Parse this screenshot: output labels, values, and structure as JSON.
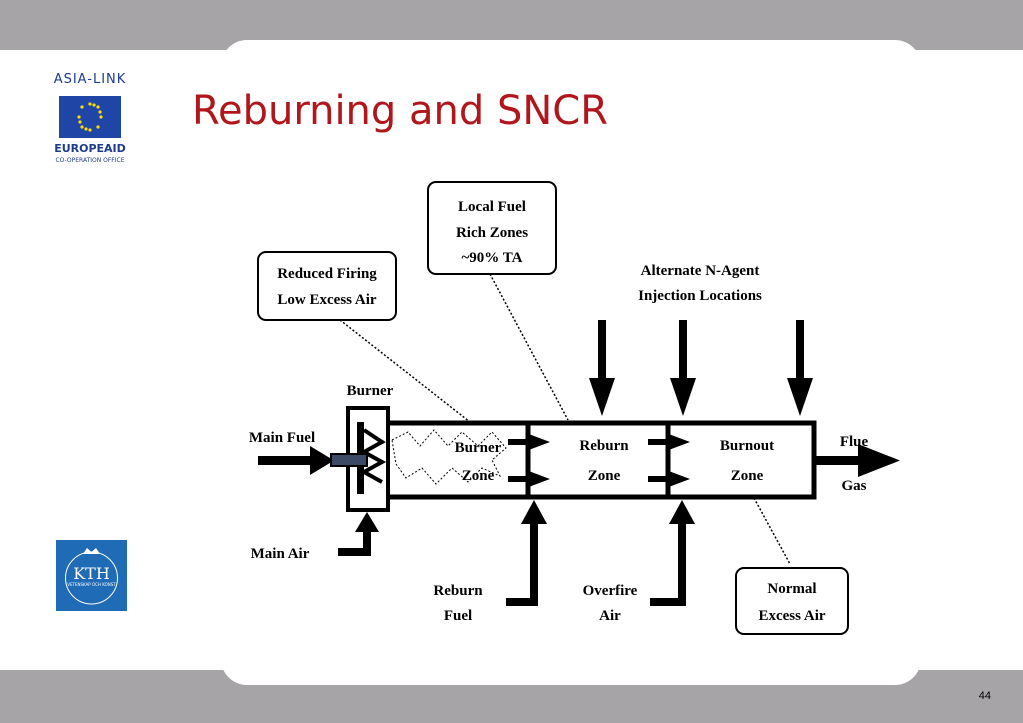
{
  "slide": {
    "title": "Reburning and SNCR",
    "page_number": "44"
  },
  "logos": {
    "asia_link_text": "ASIA-LINK",
    "europeaid_text": "EUROPEAID",
    "cooperation_text": "CO-OPERATION OFFICE",
    "kth_text": "KTH",
    "kth_sub": "VETENSKAP OCH KONST"
  },
  "diagram": {
    "callout_local_fuel": [
      "Local Fuel",
      "Rich Zones",
      "~90% TA"
    ],
    "callout_reduced_firing": [
      "Reduced Firing",
      "Low Excess Air"
    ],
    "alternate_agent": [
      "Alternate N-Agent",
      "Injection Locations"
    ],
    "burner": "Burner",
    "main_fuel": "Main Fuel",
    "main_air": "Main Air",
    "burner_zone": [
      "Burner",
      "Zone"
    ],
    "reburn_zone": [
      "Reburn",
      "Zone"
    ],
    "burnout_zone": [
      "Burnout",
      "Zone"
    ],
    "flue_gas": [
      "Flue",
      "Gas"
    ],
    "reburn_fuel": [
      "Reburn",
      "Fuel"
    ],
    "overfire_air": [
      "Overfire",
      "Air"
    ],
    "normal_excess_air": [
      "Normal",
      "Excess Air"
    ]
  },
  "colors": {
    "title": "#b0161c",
    "band": "#a6a4a7",
    "eu_blue": "#1f46a6",
    "kth_blue": "#1f6bb5"
  }
}
